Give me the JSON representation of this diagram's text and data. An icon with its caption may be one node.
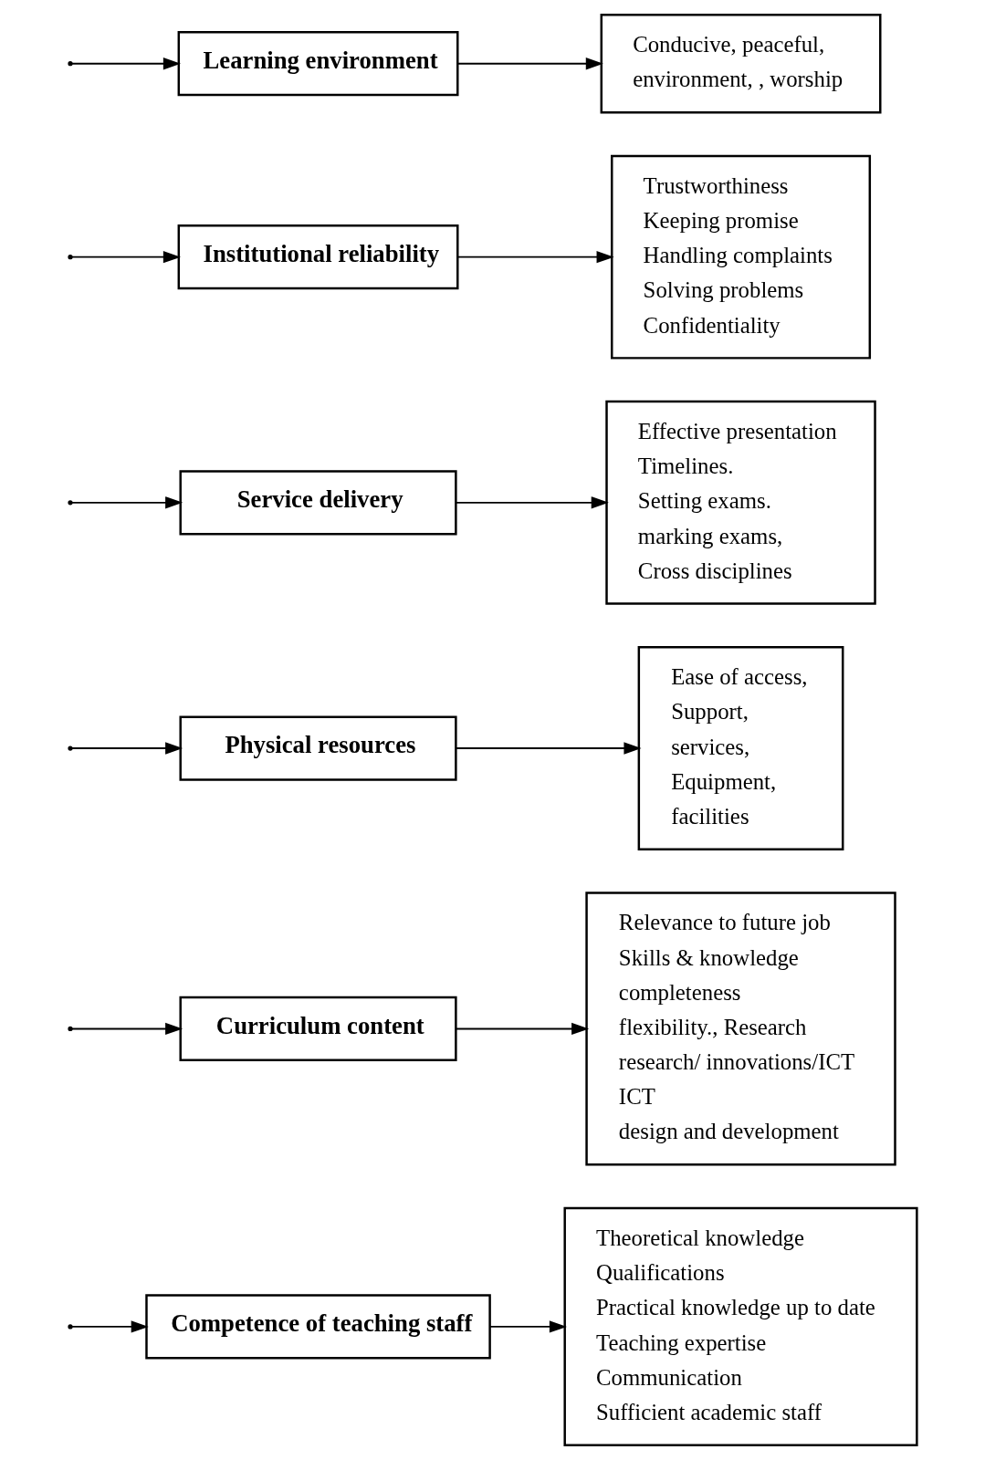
{
  "diagram": {
    "nodes": [
      {
        "text": [
          "Competence of teaching staff"
        ]
      },
      {
        "text": [
          "Theoretical knowledge",
          "Qualifications",
          "Practical knowledge up to date",
          "Teaching expertise",
          "Communication",
          "Sufficient academic staff"
        ]
      },
      {
        "text": [
          "Curriculum content"
        ]
      },
      {
        "text": [
          "Relevance to future job",
          "Skills & knowledge",
          "completeness",
          "flexibility., Research",
          "research/ innovations/ICT",
          "ICT",
          "design and development"
        ]
      },
      {
        "text": [
          "Physical resources"
        ]
      },
      {
        "text": [
          "Ease of access,",
          "Support,",
          "services,",
          "Equipment,",
          "facilities"
        ]
      },
      {
        "text": [
          "Service delivery"
        ]
      },
      {
        "text": [
          "Effective presentation",
          "Timelines.",
          "Setting exams.",
          "marking exams,",
          "Cross disciplines"
        ]
      },
      {
        "text": [
          "Institutional reliability"
        ]
      },
      {
        "text": [
          "Trustworthiness",
          "Keeping promise",
          "Handling complaints",
          "Solving problems",
          "Confidentiality"
        ]
      },
      {
        "text": [
          "Learning environment"
        ]
      },
      {
        "text": [
          "Conducive, peaceful,",
          "environment, , worship"
        ]
      }
    ],
    "edges": [
      {
        "from": null,
        "to": 0,
        "arrow": "to"
      },
      {
        "from": 0,
        "to": 1,
        "arrow": "to"
      },
      {
        "from": null,
        "to": 2,
        "arrow": "to"
      },
      {
        "from": 2,
        "to": 3,
        "arrow": "to"
      },
      {
        "from": null,
        "to": 4,
        "arrow": "to"
      },
      {
        "from": 4,
        "to": 5,
        "arrow": "to"
      },
      {
        "from": null,
        "to": 6,
        "arrow": "to"
      },
      {
        "from": 6,
        "to": 7,
        "arrow": "to"
      },
      {
        "from": null,
        "to": 8,
        "arrow": "to"
      },
      {
        "from": 8,
        "to": 9,
        "arrow": "to"
      },
      {
        "from": null,
        "to": 10,
        "arrow": "to"
      },
      {
        "from": 10,
        "to": 11,
        "arrow": "to"
      }
    ]
  }
}
